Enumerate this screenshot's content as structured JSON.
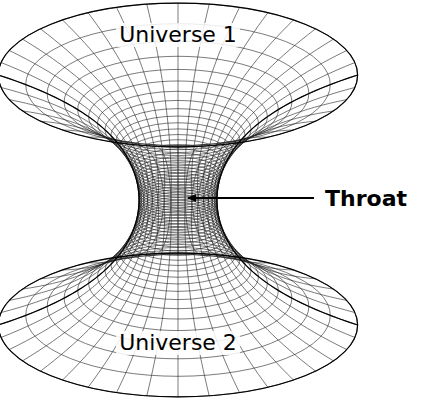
{
  "diagram": {
    "labels": [
      "Universe 1",
      "Universe 2",
      "Throat"
    ]
  }
}
